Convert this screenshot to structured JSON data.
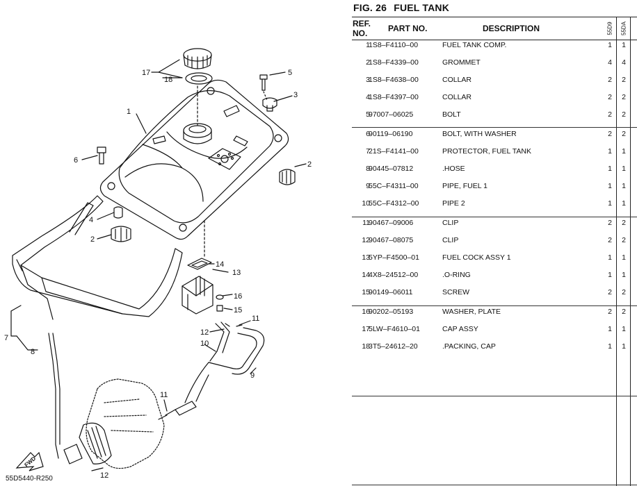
{
  "figure": {
    "label": "FIG. 26",
    "title": "FUEL TANK"
  },
  "table": {
    "headers": {
      "ref": "REF.",
      "no": "NO.",
      "part_no": "PART NO.",
      "description": "DESCRIPTION",
      "model_1": "55D9",
      "model_2": "55DA"
    },
    "rows": [
      {
        "ref": "1",
        "part": "1S8–F4110–00",
        "desc": "FUEL TANK COMP.",
        "q1": "1",
        "q2": "1"
      },
      {
        "ref": "2",
        "part": "1S8–F4339–00",
        "desc": "GROMMET",
        "q1": "4",
        "q2": "4"
      },
      {
        "ref": "3",
        "part": "1S8–F4638–00",
        "desc": "COLLAR",
        "q1": "2",
        "q2": "2"
      },
      {
        "ref": "4",
        "part": "1S8–F4397–00",
        "desc": "COLLAR",
        "q1": "2",
        "q2": "2"
      },
      {
        "ref": "5",
        "part": "97007–06025",
        "desc": "BOLT",
        "q1": "2",
        "q2": "2"
      },
      {
        "ref": "6",
        "part": "90119–06190",
        "desc": "BOLT, WITH WASHER",
        "q1": "2",
        "q2": "2"
      },
      {
        "ref": "7",
        "part": "21S–F4141–00",
        "desc": "PROTECTOR, FUEL TANK",
        "q1": "1",
        "q2": "1"
      },
      {
        "ref": "8",
        "part": "90445–07812",
        "desc": ".HOSE",
        "q1": "1",
        "q2": "1"
      },
      {
        "ref": "9",
        "part": "55C–F4311–00",
        "desc": "PIPE, FUEL 1",
        "q1": "1",
        "q2": "1"
      },
      {
        "ref": "10",
        "part": "55C–F4312–00",
        "desc": "PIPE 2",
        "q1": "1",
        "q2": "1"
      },
      {
        "ref": "11",
        "part": "90467–09006",
        "desc": "CLIP",
        "q1": "2",
        "q2": "2"
      },
      {
        "ref": "12",
        "part": "90467–08075",
        "desc": "CLIP",
        "q1": "2",
        "q2": "2"
      },
      {
        "ref": "13",
        "part": "5YP–F4500–01",
        "desc": "FUEL COCK ASSY 1",
        "q1": "1",
        "q2": "1"
      },
      {
        "ref": "14",
        "part": "4X8–24512–00",
        "desc": ".O-RING",
        "q1": "1",
        "q2": "1"
      },
      {
        "ref": "15",
        "part": "90149–06011",
        "desc": "SCREW",
        "q1": "2",
        "q2": "2"
      },
      {
        "ref": "16",
        "part": "90202–05193",
        "desc": "WASHER, PLATE",
        "q1": "2",
        "q2": "2"
      },
      {
        "ref": "17",
        "part": "5LW–F4610–01",
        "desc": "CAP ASSY",
        "q1": "1",
        "q2": "1"
      },
      {
        "ref": "18",
        "part": "3T5–24612–20",
        "desc": ".PACKING, CAP",
        "q1": "1",
        "q2": "1"
      }
    ]
  },
  "diagram": {
    "callouts": [
      "17",
      "18",
      "5",
      "3",
      "1",
      "6",
      "2",
      "4",
      "2",
      "14",
      "13",
      "16",
      "15",
      "11",
      "12",
      "10",
      "9",
      "7",
      "8",
      "11",
      "12"
    ],
    "direction_label": "FWD",
    "drawing_code": "55D5440-R250"
  }
}
